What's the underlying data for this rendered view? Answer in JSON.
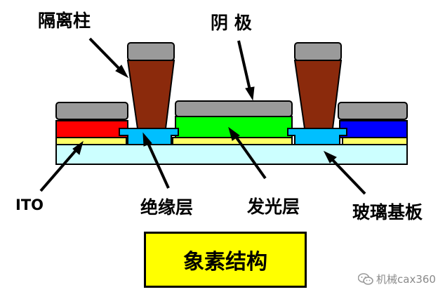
{
  "labels": {
    "spacer_pillar": "隔离柱",
    "cathode": "阴 极",
    "ito": "ITO",
    "insulating_layer": "绝缘层",
    "emissive_layer": "发光层",
    "glass_substrate": "玻璃基板",
    "pixel_structure": "象素结构"
  },
  "watermark": {
    "text": "机械cax360",
    "icon": "wechat-icon"
  },
  "colors": {
    "cathode_gray": "#9a9a9a",
    "pillar_brown": "#8b2a0c",
    "red_emitter": "#ff0000",
    "green_emitter": "#00ff00",
    "blue_emitter": "#0000ff",
    "insulator_cyan": "#00bfff",
    "ito_yellow": "#ffff66",
    "substrate": "#ccffff",
    "title_box": "#ffff00"
  }
}
